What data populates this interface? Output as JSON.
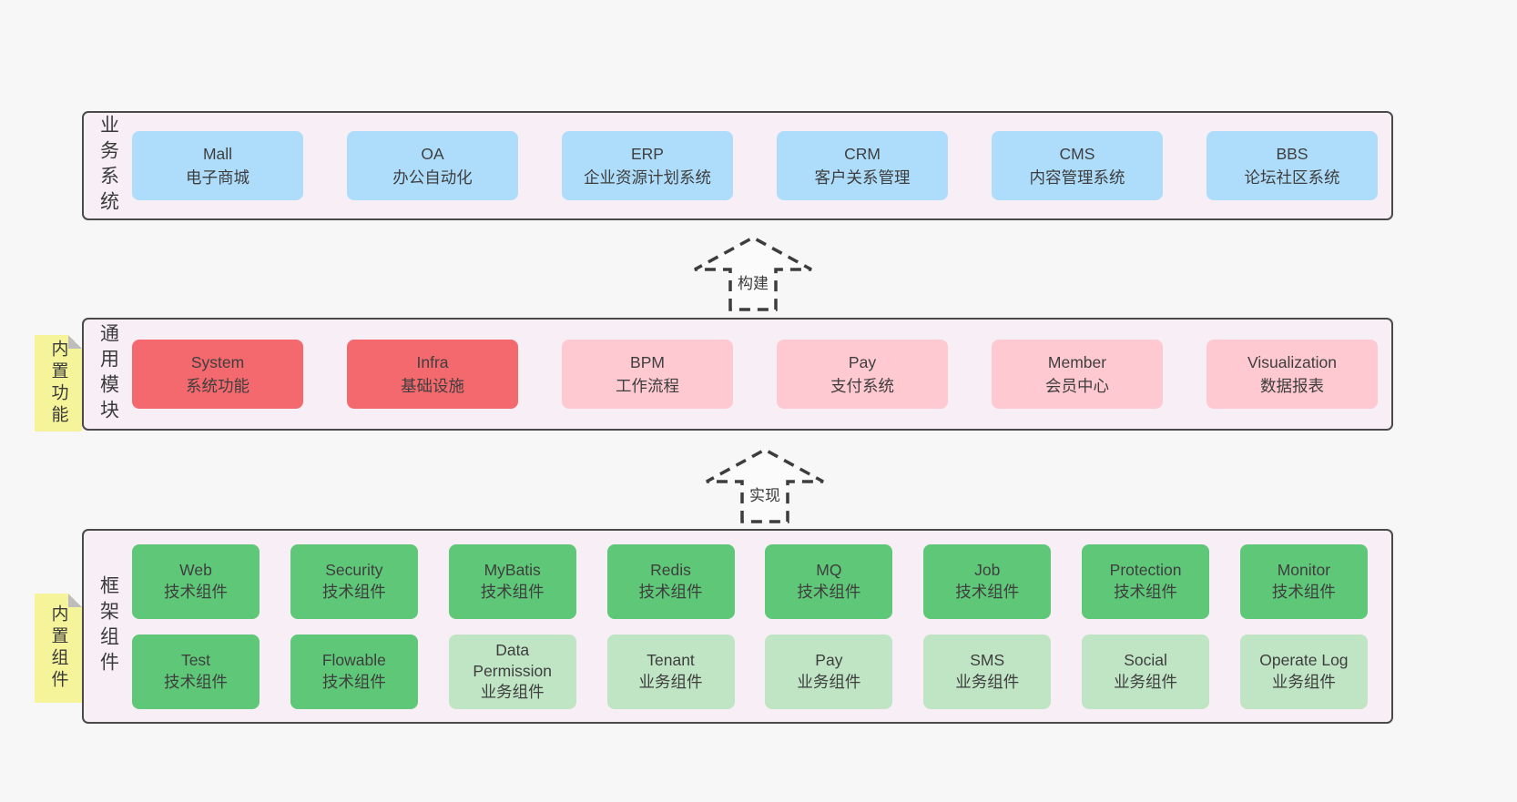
{
  "page": {
    "background": "#f7f7f7"
  },
  "colors": {
    "page_bg": "#f7f7f7",
    "layer_bg": "#f8eef6",
    "layer_border": "#4a4a4a",
    "blue": "#aeddfb",
    "red": "#f4696e",
    "pink": "#fec9d1",
    "green": "#5fc878",
    "lightgreen": "#c0e5c5",
    "sticky_yellow": "#f6f49a",
    "text": "#3a3a3a"
  },
  "arrows": [
    {
      "label": "构建"
    },
    {
      "label": "实现"
    }
  ],
  "stickies": [
    {
      "label": "内置功能"
    },
    {
      "label": "内置组件"
    }
  ],
  "layers": [
    {
      "label": "业务系统",
      "rows": [
        [
          {
            "title": "Mall",
            "subtitle": "电子商城",
            "type": "blue"
          },
          {
            "title": "OA",
            "subtitle": "办公自动化",
            "type": "blue"
          },
          {
            "title": "ERP",
            "subtitle": "企业资源计划系统",
            "type": "blue"
          },
          {
            "title": "CRM",
            "subtitle": "客户关系管理",
            "type": "blue"
          },
          {
            "title": "CMS",
            "subtitle": "内容管理系统",
            "type": "blue"
          },
          {
            "title": "BBS",
            "subtitle": "论坛社区系统",
            "type": "blue"
          }
        ]
      ]
    },
    {
      "label": "通用模块",
      "rows": [
        [
          {
            "title": "System",
            "subtitle": "系统功能",
            "type": "red"
          },
          {
            "title": "Infra",
            "subtitle": "基础设施",
            "type": "red"
          },
          {
            "title": "BPM",
            "subtitle": "工作流程",
            "type": "pink"
          },
          {
            "title": "Pay",
            "subtitle": "支付系统",
            "type": "pink"
          },
          {
            "title": "Member",
            "subtitle": "会员中心",
            "type": "pink"
          },
          {
            "title": "Visualization",
            "subtitle": "数据报表",
            "type": "pink"
          }
        ]
      ]
    },
    {
      "label": "框架组件",
      "rows": [
        [
          {
            "title": "Web",
            "subtitle": "技术组件",
            "type": "green"
          },
          {
            "title": "Security",
            "subtitle": "技术组件",
            "type": "green"
          },
          {
            "title": "MyBatis",
            "subtitle": "技术组件",
            "type": "green"
          },
          {
            "title": "Redis",
            "subtitle": "技术组件",
            "type": "green"
          },
          {
            "title": "MQ",
            "subtitle": "技术组件",
            "type": "green"
          },
          {
            "title": "Job",
            "subtitle": "技术组件",
            "type": "green"
          },
          {
            "title": "Protection",
            "subtitle": "技术组件",
            "type": "green"
          },
          {
            "title": "Monitor",
            "subtitle": "技术组件",
            "type": "green"
          }
        ],
        [
          {
            "title": "Test",
            "subtitle": "技术组件",
            "type": "green"
          },
          {
            "title": "Flowable",
            "subtitle": "技术组件",
            "type": "green"
          },
          {
            "title": "Data Permission",
            "subtitle": "业务组件",
            "type": "lightgreen"
          },
          {
            "title": "Tenant",
            "subtitle": "业务组件",
            "type": "lightgreen"
          },
          {
            "title": "Pay",
            "subtitle": "业务组件",
            "type": "lightgreen"
          },
          {
            "title": "SMS",
            "subtitle": "业务组件",
            "type": "lightgreen"
          },
          {
            "title": "Social",
            "subtitle": "业务组件",
            "type": "lightgreen"
          },
          {
            "title": "Operate Log",
            "subtitle": "业务组件",
            "type": "lightgreen"
          }
        ]
      ]
    }
  ]
}
